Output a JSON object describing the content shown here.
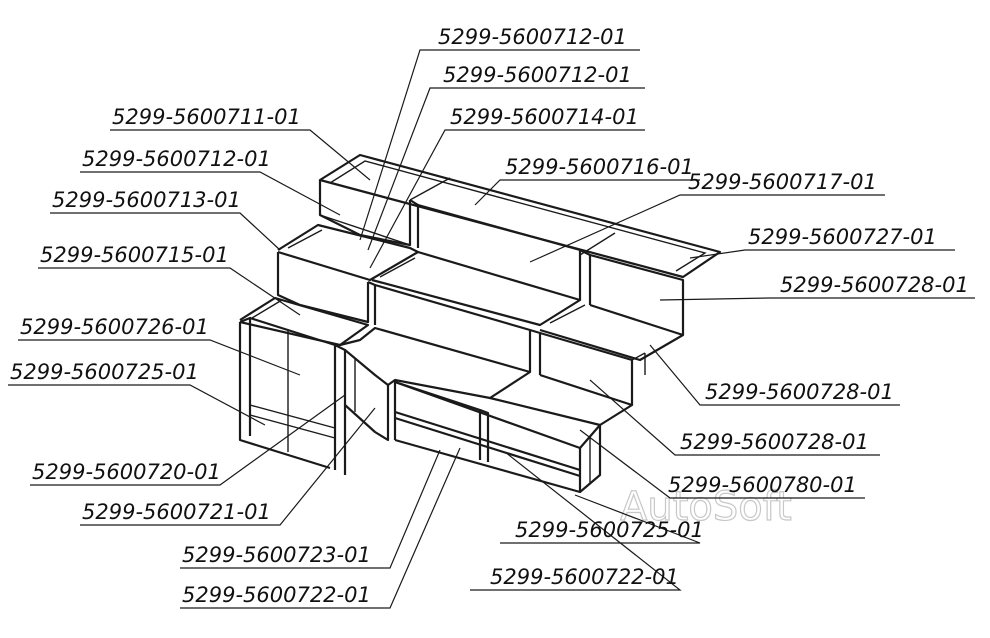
{
  "diagram": {
    "watermark": "AutoSoft",
    "labels": [
      {
        "id": "l1",
        "text": "5299-5600712-01"
      },
      {
        "id": "l2",
        "text": "5299-5600712-01"
      },
      {
        "id": "l3",
        "text": "5299-5600714-01"
      },
      {
        "id": "l4",
        "text": "5299-5600716-01"
      },
      {
        "id": "l5",
        "text": "5299-5600717-01"
      },
      {
        "id": "l6",
        "text": "5299-5600727-01"
      },
      {
        "id": "l7",
        "text": "5299-5600728-01"
      },
      {
        "id": "l8",
        "text": "5299-5600711-01"
      },
      {
        "id": "l9",
        "text": "5299-5600712-01"
      },
      {
        "id": "l10",
        "text": "5299-5600713-01"
      },
      {
        "id": "l11",
        "text": "5299-5600715-01"
      },
      {
        "id": "l12",
        "text": "5299-5600726-01"
      },
      {
        "id": "l13",
        "text": "5299-5600725-01"
      },
      {
        "id": "l14",
        "text": "5299-5600728-01"
      },
      {
        "id": "l15",
        "text": "5299-5600728-01"
      },
      {
        "id": "l16",
        "text": "5299-5600780-01"
      },
      {
        "id": "l17",
        "text": "5299-5600720-01"
      },
      {
        "id": "l18",
        "text": "5299-5600721-01"
      },
      {
        "id": "l19",
        "text": "5299-5600725-01"
      },
      {
        "id": "l20",
        "text": "5299-5600723-01"
      },
      {
        "id": "l21",
        "text": "5299-5600722-01"
      },
      {
        "id": "l22",
        "text": "5299-5600722-01"
      }
    ]
  }
}
